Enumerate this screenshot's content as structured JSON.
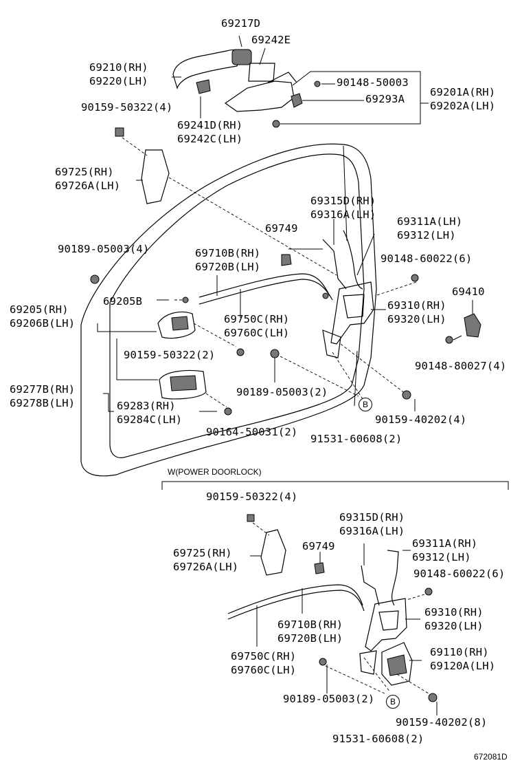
{
  "labels": {
    "p69217D": "69217D",
    "p69242E": "69242E",
    "p69210": "69210(RH)",
    "p69220": "69220(LH)",
    "p90148_50003": "90148-50003",
    "p69293A": "69293A",
    "p69201A": "69201A(RH)",
    "p69202A": "69202A(LH)",
    "p90159_50322_a": "90159-50322(4)",
    "p69241D": "69241D(RH)",
    "p69242C": "69242C(LH)",
    "p69725_a": "69725(RH)",
    "p69726A_a": "69726A(LH)",
    "p69315D_a": "69315D(RH)",
    "p69316A_a": "69316A(LH)",
    "p69311A_a": "69311A(LH)",
    "p69312_a": "69312(LH)",
    "p69749_a": "69749",
    "p90189_05003_a": "90189-05003(4)",
    "p69710B_a": "69710B(RH)",
    "p69720B_a": "69720B(LH)",
    "p90148_60022_a": "90148-60022(6)",
    "p69410": "69410",
    "p69205B": "69205B",
    "p69205": "69205(RH)",
    "p69206B": "69206B(LH)",
    "p69310_a": "69310(RH)",
    "p69320_a": "69320(LH)",
    "p69750C_a": "69750C(RH)",
    "p69760C_a": "69760C(LH)",
    "p90148_80027": "90148-80027(4)",
    "p90159_50322_b": "90159-50322(2)",
    "p69277B": "69277B(RH)",
    "p69278B": "69278B(LH)",
    "p69283": "69283(RH)",
    "p69284C": "69284C(LH)",
    "p90189_05003_b": "90189-05003(2)",
    "p90159_40202_a": "90159-40202(4)",
    "p90164_50031": "90164-50031(2)",
    "p91531_60608_a": "91531-60608(2)",
    "section_title": "W(POWER DOORLOCK)",
    "p90159_50322_c": "90159-50322(4)",
    "p69315D_b": "69315D(RH)",
    "p69316A_b": "69316A(LH)",
    "p69725_b": "69725(RH)",
    "p69726A_b": "69726A(LH)",
    "p69749_b": "69749",
    "p69311A_b": "69311A(RH)",
    "p69312_b": "69312(LH)",
    "p90148_60022_b": "90148-60022(6)",
    "p69710B_b": "69710B(RH)",
    "p69720B_b": "69720B(LH)",
    "p69310_b": "69310(RH)",
    "p69320_b": "69320(LH)",
    "p69750C_b": "69750C(RH)",
    "p69760C_b": "69760C(LH)",
    "p69110": "69110(RH)",
    "p69120A": "69120A(LH)",
    "p90189_05003_c": "90189-05003(2)",
    "p90159_40202_b": "90159-40202(8)",
    "p91531_60608_b": "91531-60608(2)",
    "ref_code": "672081D"
  },
  "callouts": {
    "b1": "B",
    "b2": "B"
  }
}
